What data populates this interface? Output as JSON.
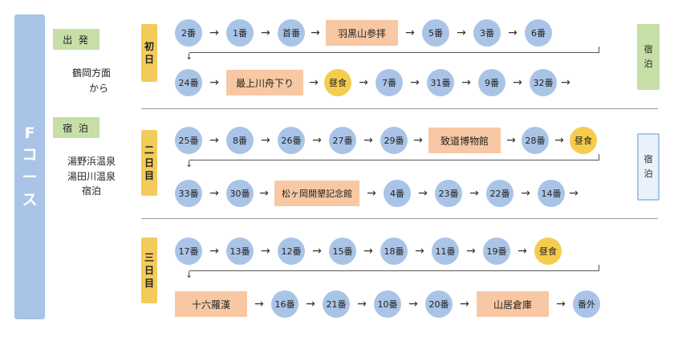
{
  "course": {
    "chars": [
      "F",
      "コ",
      "ー",
      "ス"
    ]
  },
  "sidebar": {
    "departure_label": "出 発",
    "departure_lines": [
      "鶴岡方面",
      "から"
    ],
    "stay_label": "宿 泊",
    "stay_lines": [
      "湯野浜温泉",
      "湯田川温泉",
      "宿泊"
    ]
  },
  "days": [
    {
      "chars": [
        "初",
        "日"
      ]
    },
    {
      "chars": [
        "二",
        "日",
        "目"
      ]
    },
    {
      "chars": [
        "三",
        "日",
        "目"
      ]
    }
  ],
  "stay_boxes": [
    {
      "chars": [
        "宿",
        "泊"
      ]
    },
    {
      "chars": [
        "宿",
        "泊"
      ]
    }
  ],
  "routes": {
    "d1r1": [
      "2番",
      "1番",
      "首番",
      "羽黒山参拝",
      "5番",
      "3番",
      "6番"
    ],
    "d1r2": [
      "24番",
      "最上川舟下り",
      "昼食",
      "7番",
      "31番",
      "9番",
      "32番"
    ],
    "d2r1": [
      "25番",
      "8番",
      "26番",
      "27番",
      "29番",
      "致道博物館",
      "28番",
      "昼食"
    ],
    "d2r2": [
      "33番",
      "30番",
      "松ヶ岡開墾記念館",
      "4番",
      "23番",
      "22番",
      "14番"
    ],
    "d3r1": [
      "17番",
      "13番",
      "12番",
      "15番",
      "18番",
      "11番",
      "19番",
      "昼食"
    ],
    "d3r2": [
      "十六羅漢",
      "16番",
      "21番",
      "10番",
      "20番",
      "山居倉庫",
      "番外"
    ]
  },
  "colors": {
    "blue": "#a9c4e6",
    "green": "#c5dfa6",
    "orange": "#f7c8a3",
    "yellow": "#f6cc4c",
    "day": "#f3cb5a"
  }
}
